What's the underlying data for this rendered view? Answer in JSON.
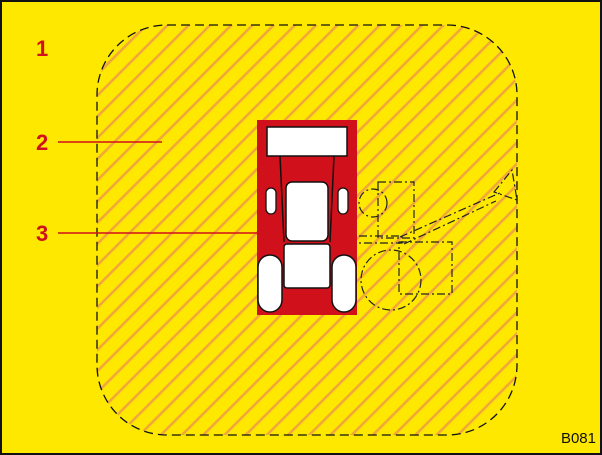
{
  "diagram": {
    "callouts": [
      {
        "number": "1"
      },
      {
        "number": "2"
      },
      {
        "number": "3"
      }
    ],
    "figure_code": "B081",
    "colors": {
      "background": "#ffe800",
      "hazard_hatch": "#f2a73a",
      "danger_red": "#d0111b",
      "outline": "#111111",
      "machine_fill": "#ffffff"
    },
    "icons": {
      "machine": "tractor-top-view-icon",
      "attachment": "backhoe-attachment-outline-icon"
    }
  }
}
